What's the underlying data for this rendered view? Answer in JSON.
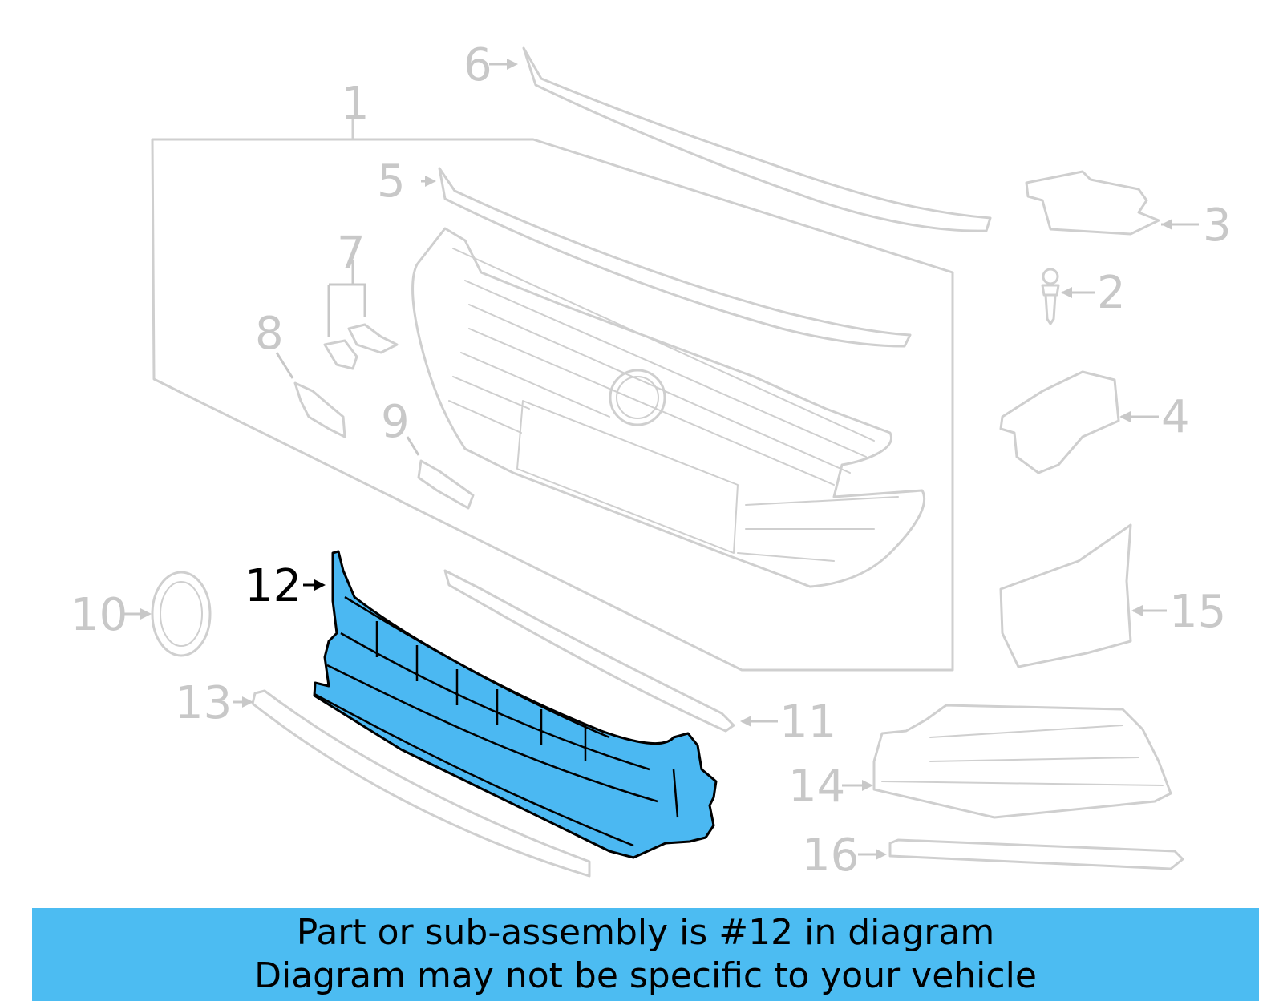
{
  "diagram": {
    "callouts": {
      "c1": "1",
      "c2": "2",
      "c3": "3",
      "c4": "4",
      "c5": "5",
      "c6": "6",
      "c7": "7",
      "c8": "8",
      "c9": "9",
      "c10": "10",
      "c11": "11",
      "c12": "12",
      "c13": "13",
      "c14": "14",
      "c15": "15",
      "c16": "16"
    },
    "highlighted_part": "12",
    "colors": {
      "highlight": "#4bb8f2",
      "banner": "#4cbcf2",
      "line": "#cfcfcf",
      "callout": "#c8c8c8"
    }
  },
  "banner": {
    "line1": "Part or sub-assembly is #12 in diagram",
    "line2": "Diagram may not be specific to your vehicle"
  }
}
